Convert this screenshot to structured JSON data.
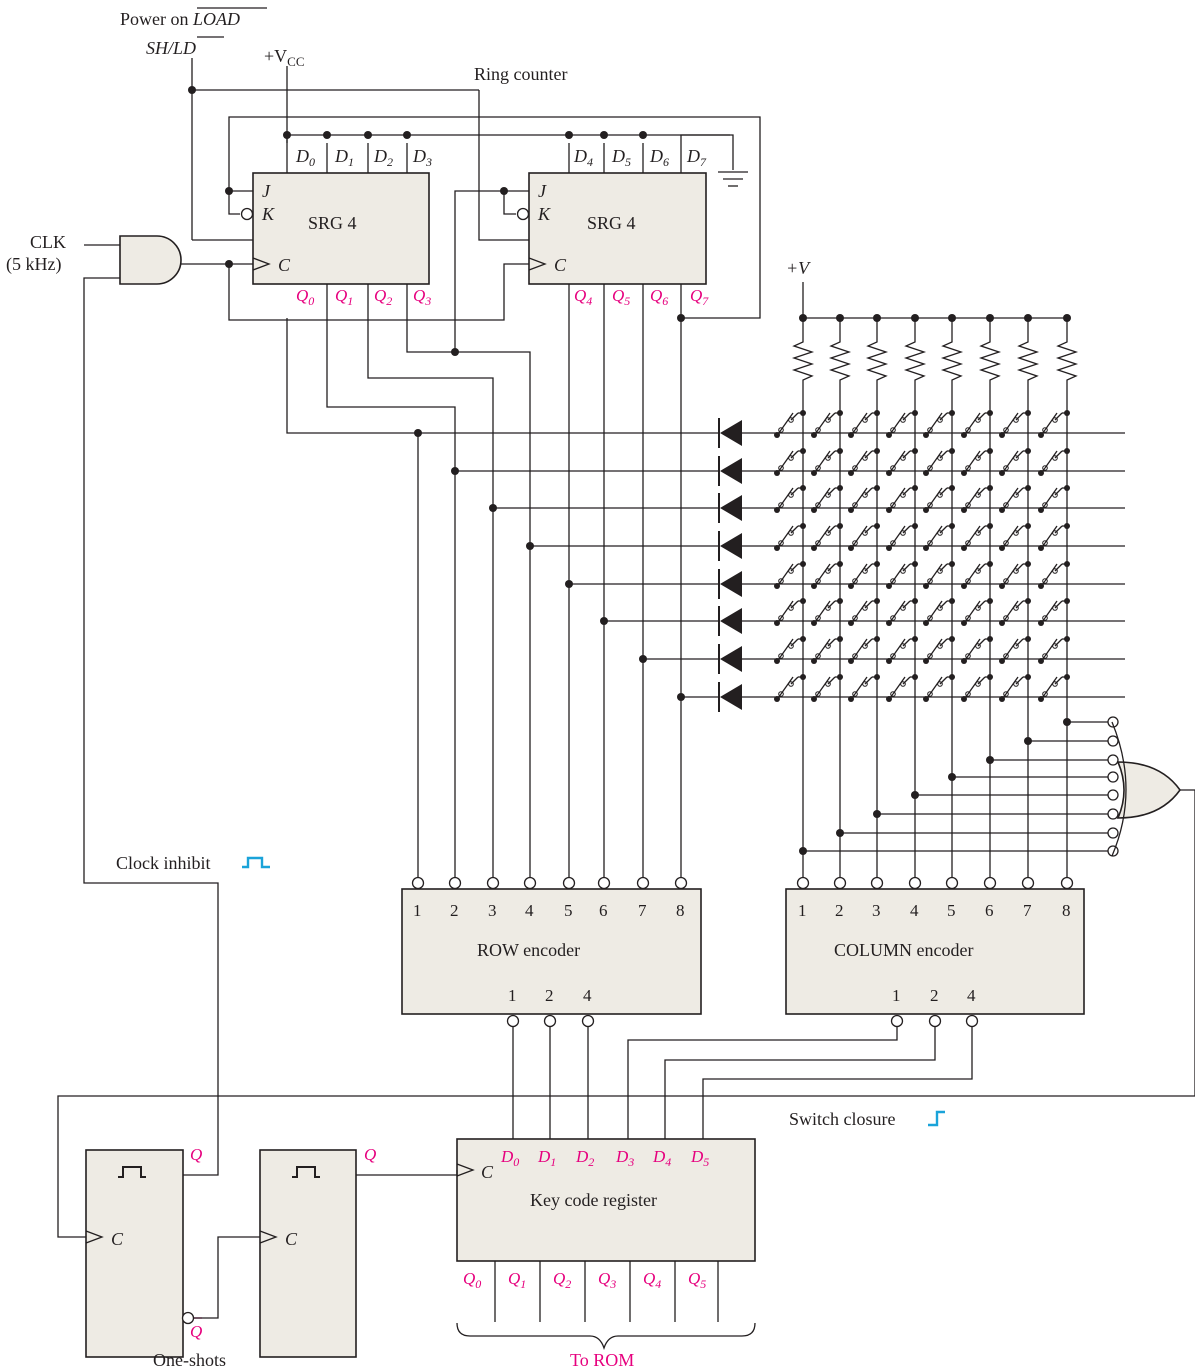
{
  "labels": {
    "power_on": "Power on",
    "load_bar": "LOAD",
    "sh_ld_prefix": "SH/",
    "sh_ld_bar": "LD",
    "vcc": "+V",
    "vcc_sub": "CC",
    "ring_counter": "Ring counter",
    "clk": "CLK",
    "clk_freq": "(5 kHz)",
    "plus_v": "+V",
    "clock_inhibit": "Clock inhibit",
    "switch_closure": "Switch closure",
    "one_shots": "One-shots",
    "to_rom": "To ROM"
  },
  "srg": {
    "title": "SRG 4",
    "j": "J",
    "k": "K",
    "c": "C",
    "d_letter": "D",
    "q_letter": "Q",
    "left_d_subs": [
      "0",
      "1",
      "2",
      "3"
    ],
    "right_d_subs": [
      "4",
      "5",
      "6",
      "7"
    ],
    "left_q_subs": [
      "0",
      "1",
      "2",
      "3"
    ],
    "right_q_subs": [
      "4",
      "5",
      "6",
      "7"
    ]
  },
  "row_encoder": {
    "title": "ROW encoder",
    "inputs": [
      "1",
      "2",
      "3",
      "4",
      "5",
      "6",
      "7",
      "8"
    ],
    "outputs": [
      "1",
      "2",
      "4"
    ]
  },
  "column_encoder": {
    "title": "COLUMN encoder",
    "inputs": [
      "1",
      "2",
      "3",
      "4",
      "5",
      "6",
      "7",
      "8"
    ],
    "outputs": [
      "1",
      "2",
      "4"
    ]
  },
  "key_code_register": {
    "title": "Key code register",
    "c": "C",
    "d_letter": "D",
    "q_letter": "Q",
    "d_subs": [
      "0",
      "1",
      "2",
      "3",
      "4",
      "5"
    ],
    "q_subs": [
      "0",
      "1",
      "2",
      "3",
      "4",
      "5"
    ]
  },
  "one_shot": {
    "q": "Q",
    "q_bar": "Q",
    "c": "C"
  },
  "colors": {
    "box_fill": "#eeebe4",
    "pin_label": "#e6007e",
    "pulse_icon": "#1aa3d9",
    "line": "#231f20"
  }
}
